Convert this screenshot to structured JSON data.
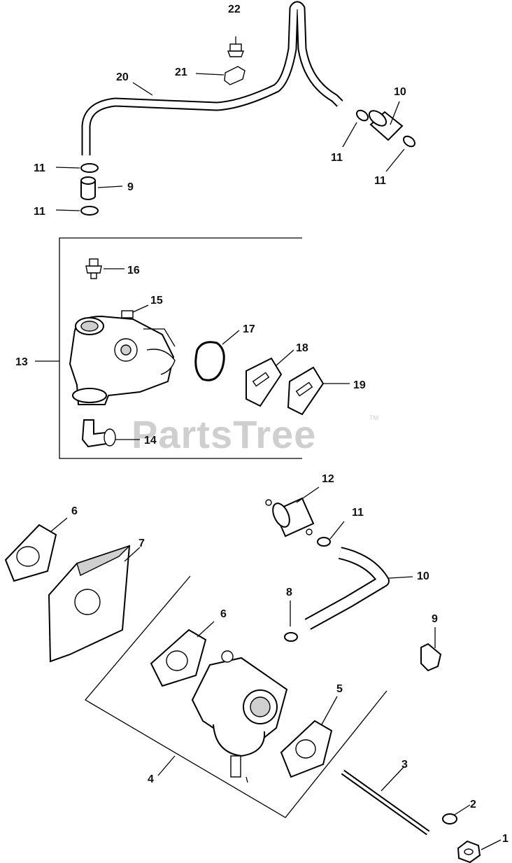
{
  "watermark": {
    "text": "PartsTree",
    "trademark": "TM"
  },
  "callouts": [
    {
      "id": "c-22",
      "text": "22"
    },
    {
      "id": "c-21",
      "text": "21"
    },
    {
      "id": "c-20",
      "text": "20"
    },
    {
      "id": "c-10a",
      "text": "10"
    },
    {
      "id": "c-11a",
      "text": "11"
    },
    {
      "id": "c-11b",
      "text": "11"
    },
    {
      "id": "c-11c",
      "text": "11"
    },
    {
      "id": "c-9a",
      "text": "9"
    },
    {
      "id": "c-11d",
      "text": "11"
    },
    {
      "id": "c-16",
      "text": "16"
    },
    {
      "id": "c-15",
      "text": "15"
    },
    {
      "id": "c-17",
      "text": "17"
    },
    {
      "id": "c-18",
      "text": "18"
    },
    {
      "id": "c-13",
      "text": "13"
    },
    {
      "id": "c-19",
      "text": "19"
    },
    {
      "id": "c-14",
      "text": "14"
    },
    {
      "id": "c-12",
      "text": "12"
    },
    {
      "id": "c-6a",
      "text": "6"
    },
    {
      "id": "c-11e",
      "text": "11"
    },
    {
      "id": "c-7",
      "text": "7"
    },
    {
      "id": "c-10b",
      "text": "10"
    },
    {
      "id": "c-8",
      "text": "8"
    },
    {
      "id": "c-6b",
      "text": "6"
    },
    {
      "id": "c-9b",
      "text": "9"
    },
    {
      "id": "c-5",
      "text": "5"
    },
    {
      "id": "c-3",
      "text": "3"
    },
    {
      "id": "c-4",
      "text": "4"
    },
    {
      "id": "c-2",
      "text": "2"
    },
    {
      "id": "c-1",
      "text": "1"
    }
  ]
}
